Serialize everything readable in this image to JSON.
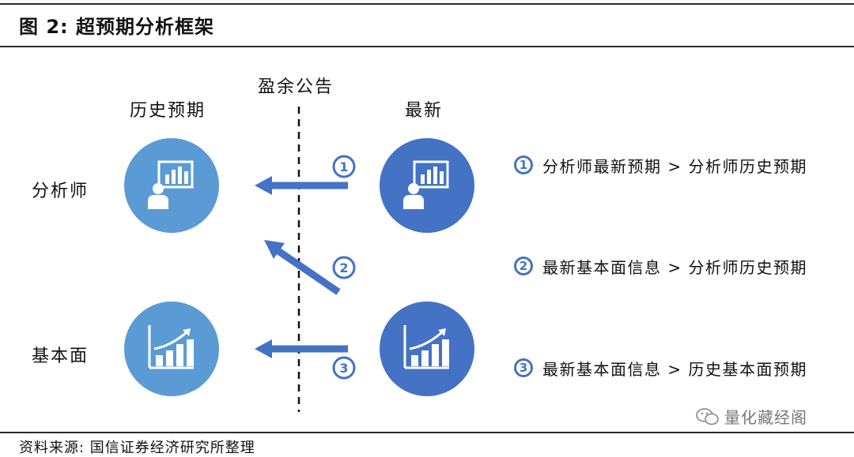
{
  "figure": {
    "title": "图 2:  超预期分析框架"
  },
  "diagram": {
    "divider_label": "盈余公告",
    "col_left": "历史预期",
    "col_right": "最新",
    "row_top": "分析师",
    "row_bottom": "基本面",
    "step_numbers": [
      "1",
      "2",
      "3"
    ],
    "colors": {
      "light_circle": "#5b9bd5",
      "dark_circle": "#4472c4",
      "arrow": "#4472c4"
    },
    "icons": {
      "analyst": "presenter-board-icon",
      "fundamental": "bar-chart-trend-icon"
    }
  },
  "legend": [
    {
      "num": "1",
      "text": "分析师最新预期 > 分析师历史预期"
    },
    {
      "num": "2",
      "text": "最新基本面信息 > 分析师历史预期"
    },
    {
      "num": "3",
      "text": "最新基本面信息 > 历史基本面预期"
    }
  ],
  "footer": {
    "source": "资料来源: 国信证券经济研究所整理"
  },
  "watermark": {
    "text": "量化藏经阁"
  }
}
